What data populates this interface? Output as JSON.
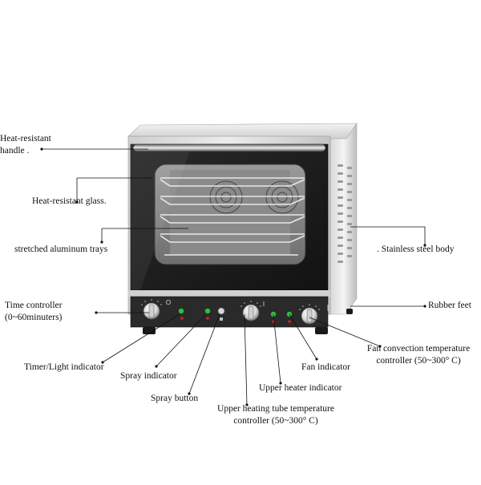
{
  "labels": {
    "handle": "Heat-resistant\nhandle .",
    "glass": "Heat-resistant glass.",
    "trays": "stretched aluminum trays",
    "body": ". Stainless steel body",
    "time_controller": "Time controller\n(0~60minuters)",
    "feet": "Rubber feet",
    "fan_temp": "Fan convection temperature\ncontroller (50~300° C)",
    "timer_light": "Timer/Light indicator",
    "spray_indicator": "Spray indicator",
    "fan_indicator": "Fan indicator",
    "spray_button": "Spray button",
    "upper_heater": "Upper heater indicator",
    "upper_tube_temp": "Upper heating tube temperature\ncontroller (50~300° C)"
  },
  "colors": {
    "steel_light": "#e6e6e6",
    "steel_mid": "#bdbdbd",
    "glass_dark": "#1b1b1b",
    "panel_dark": "#2a2a2a",
    "indicator_green": "#2fbf3a",
    "indicator_red": "#d3221f",
    "leader": "#111111"
  },
  "icons": {
    "knob": "knob-icon",
    "light": "light-icon",
    "fan": "fan-icon",
    "tray": "tray-icon"
  }
}
